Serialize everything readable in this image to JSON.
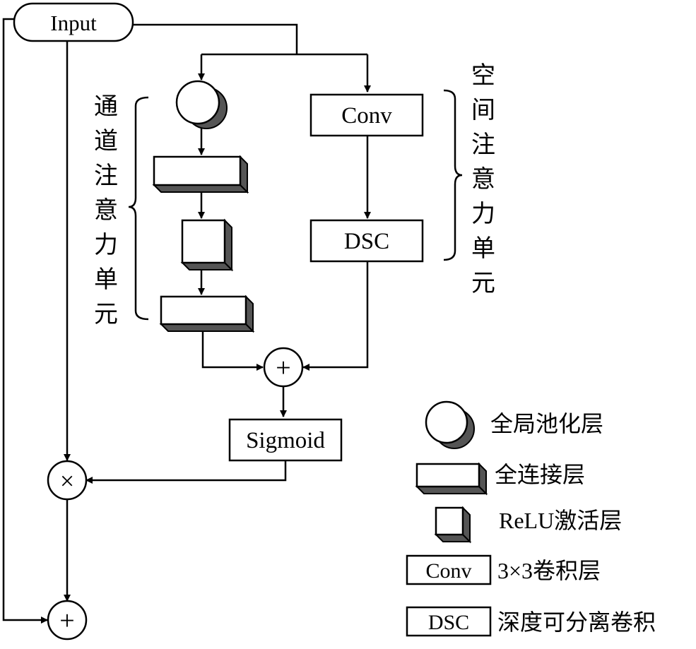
{
  "diagram": {
    "input_label": "Input",
    "conv_label": "Conv",
    "dsc_label": "DSC",
    "sigmoid_label": "Sigmoid",
    "plus_symbol": "+",
    "times_symbol": "×",
    "channel_unit_label": [
      "通",
      "道",
      "注",
      "意",
      "力",
      "单",
      "元"
    ],
    "spatial_unit_label": [
      "空",
      "间",
      "注",
      "意",
      "力",
      "单",
      "元"
    ]
  },
  "legend": {
    "items": [
      {
        "icon": "global-pooling-icon",
        "label": "全局池化层"
      },
      {
        "icon": "fully-connected-icon",
        "label": "全连接层"
      },
      {
        "icon": "relu-icon",
        "label": "ReLU激活层"
      },
      {
        "icon": "conv-box-icon",
        "box_text": "Conv",
        "label": "3×3卷积层"
      },
      {
        "icon": "dsc-box-icon",
        "box_text": "DSC",
        "label": "深度可分离卷积"
      }
    ]
  },
  "colors": {
    "line": "#000000",
    "shade": "#555555",
    "background": "#ffffff"
  }
}
